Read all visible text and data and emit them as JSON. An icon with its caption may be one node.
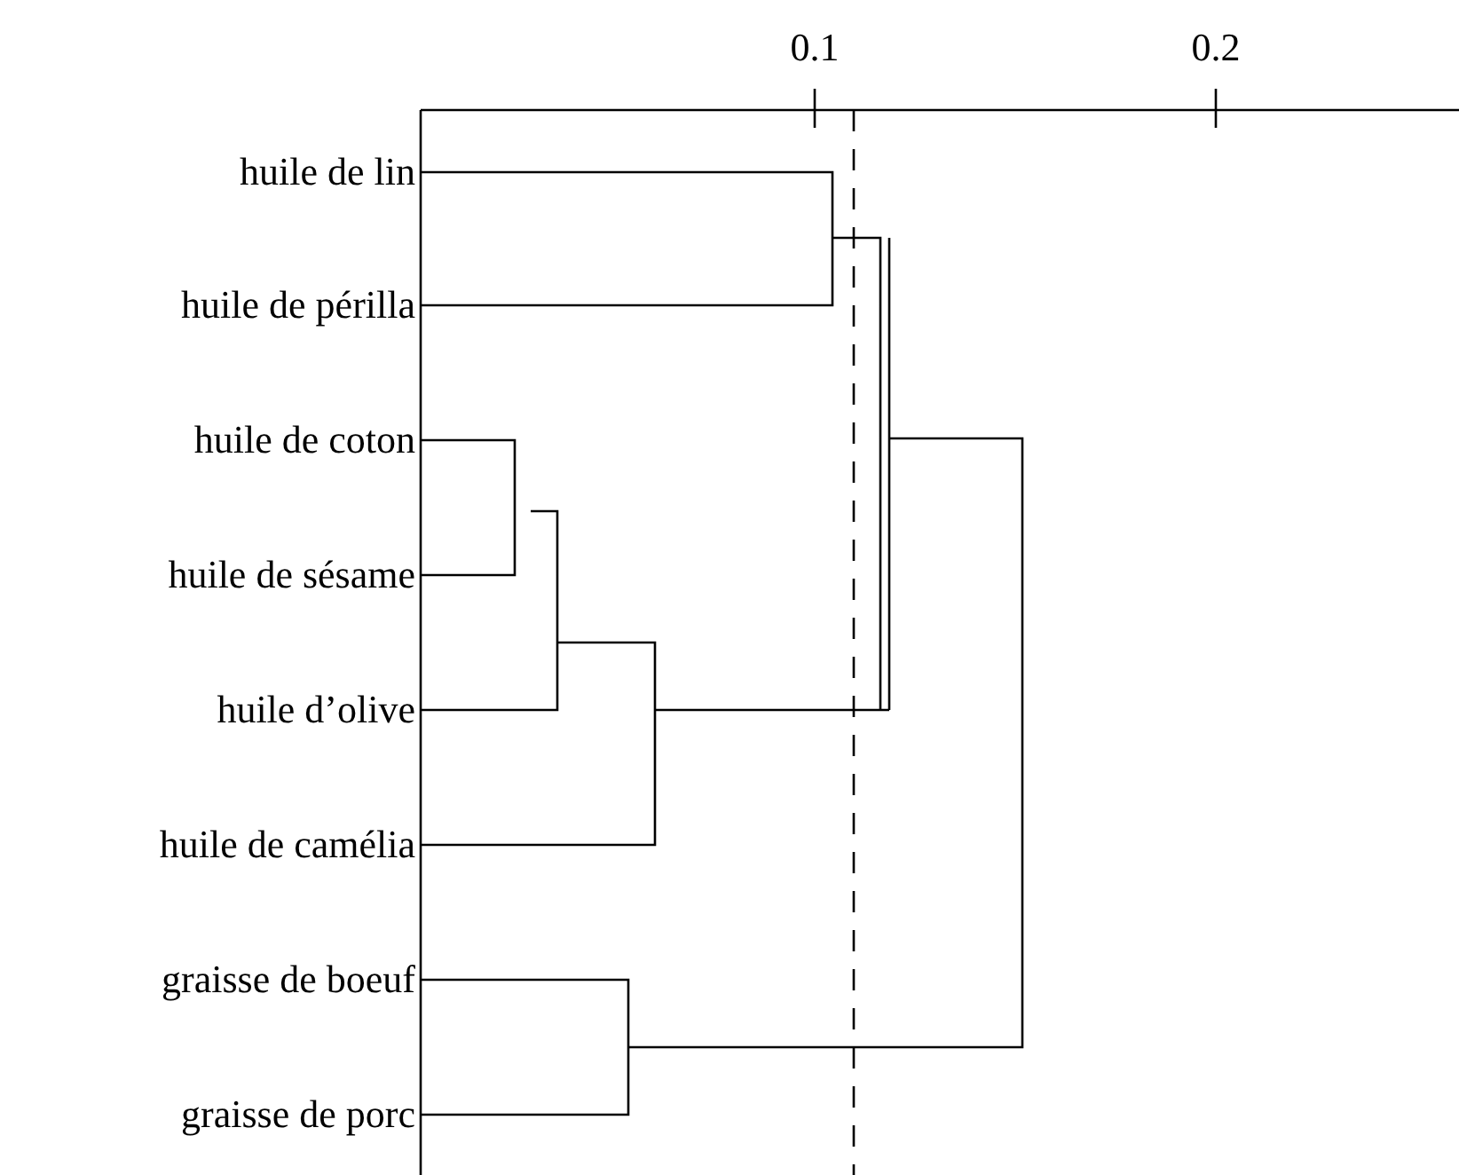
{
  "diagram": {
    "labels": [
      "0.1",
      "0.2",
      "huile de lin",
      "huile de périlla",
      "huile de coton",
      "huile de sésame",
      "huile d’olive",
      "huile de camélia",
      "graisse de boeuf",
      "graisse de porc"
    ]
  }
}
